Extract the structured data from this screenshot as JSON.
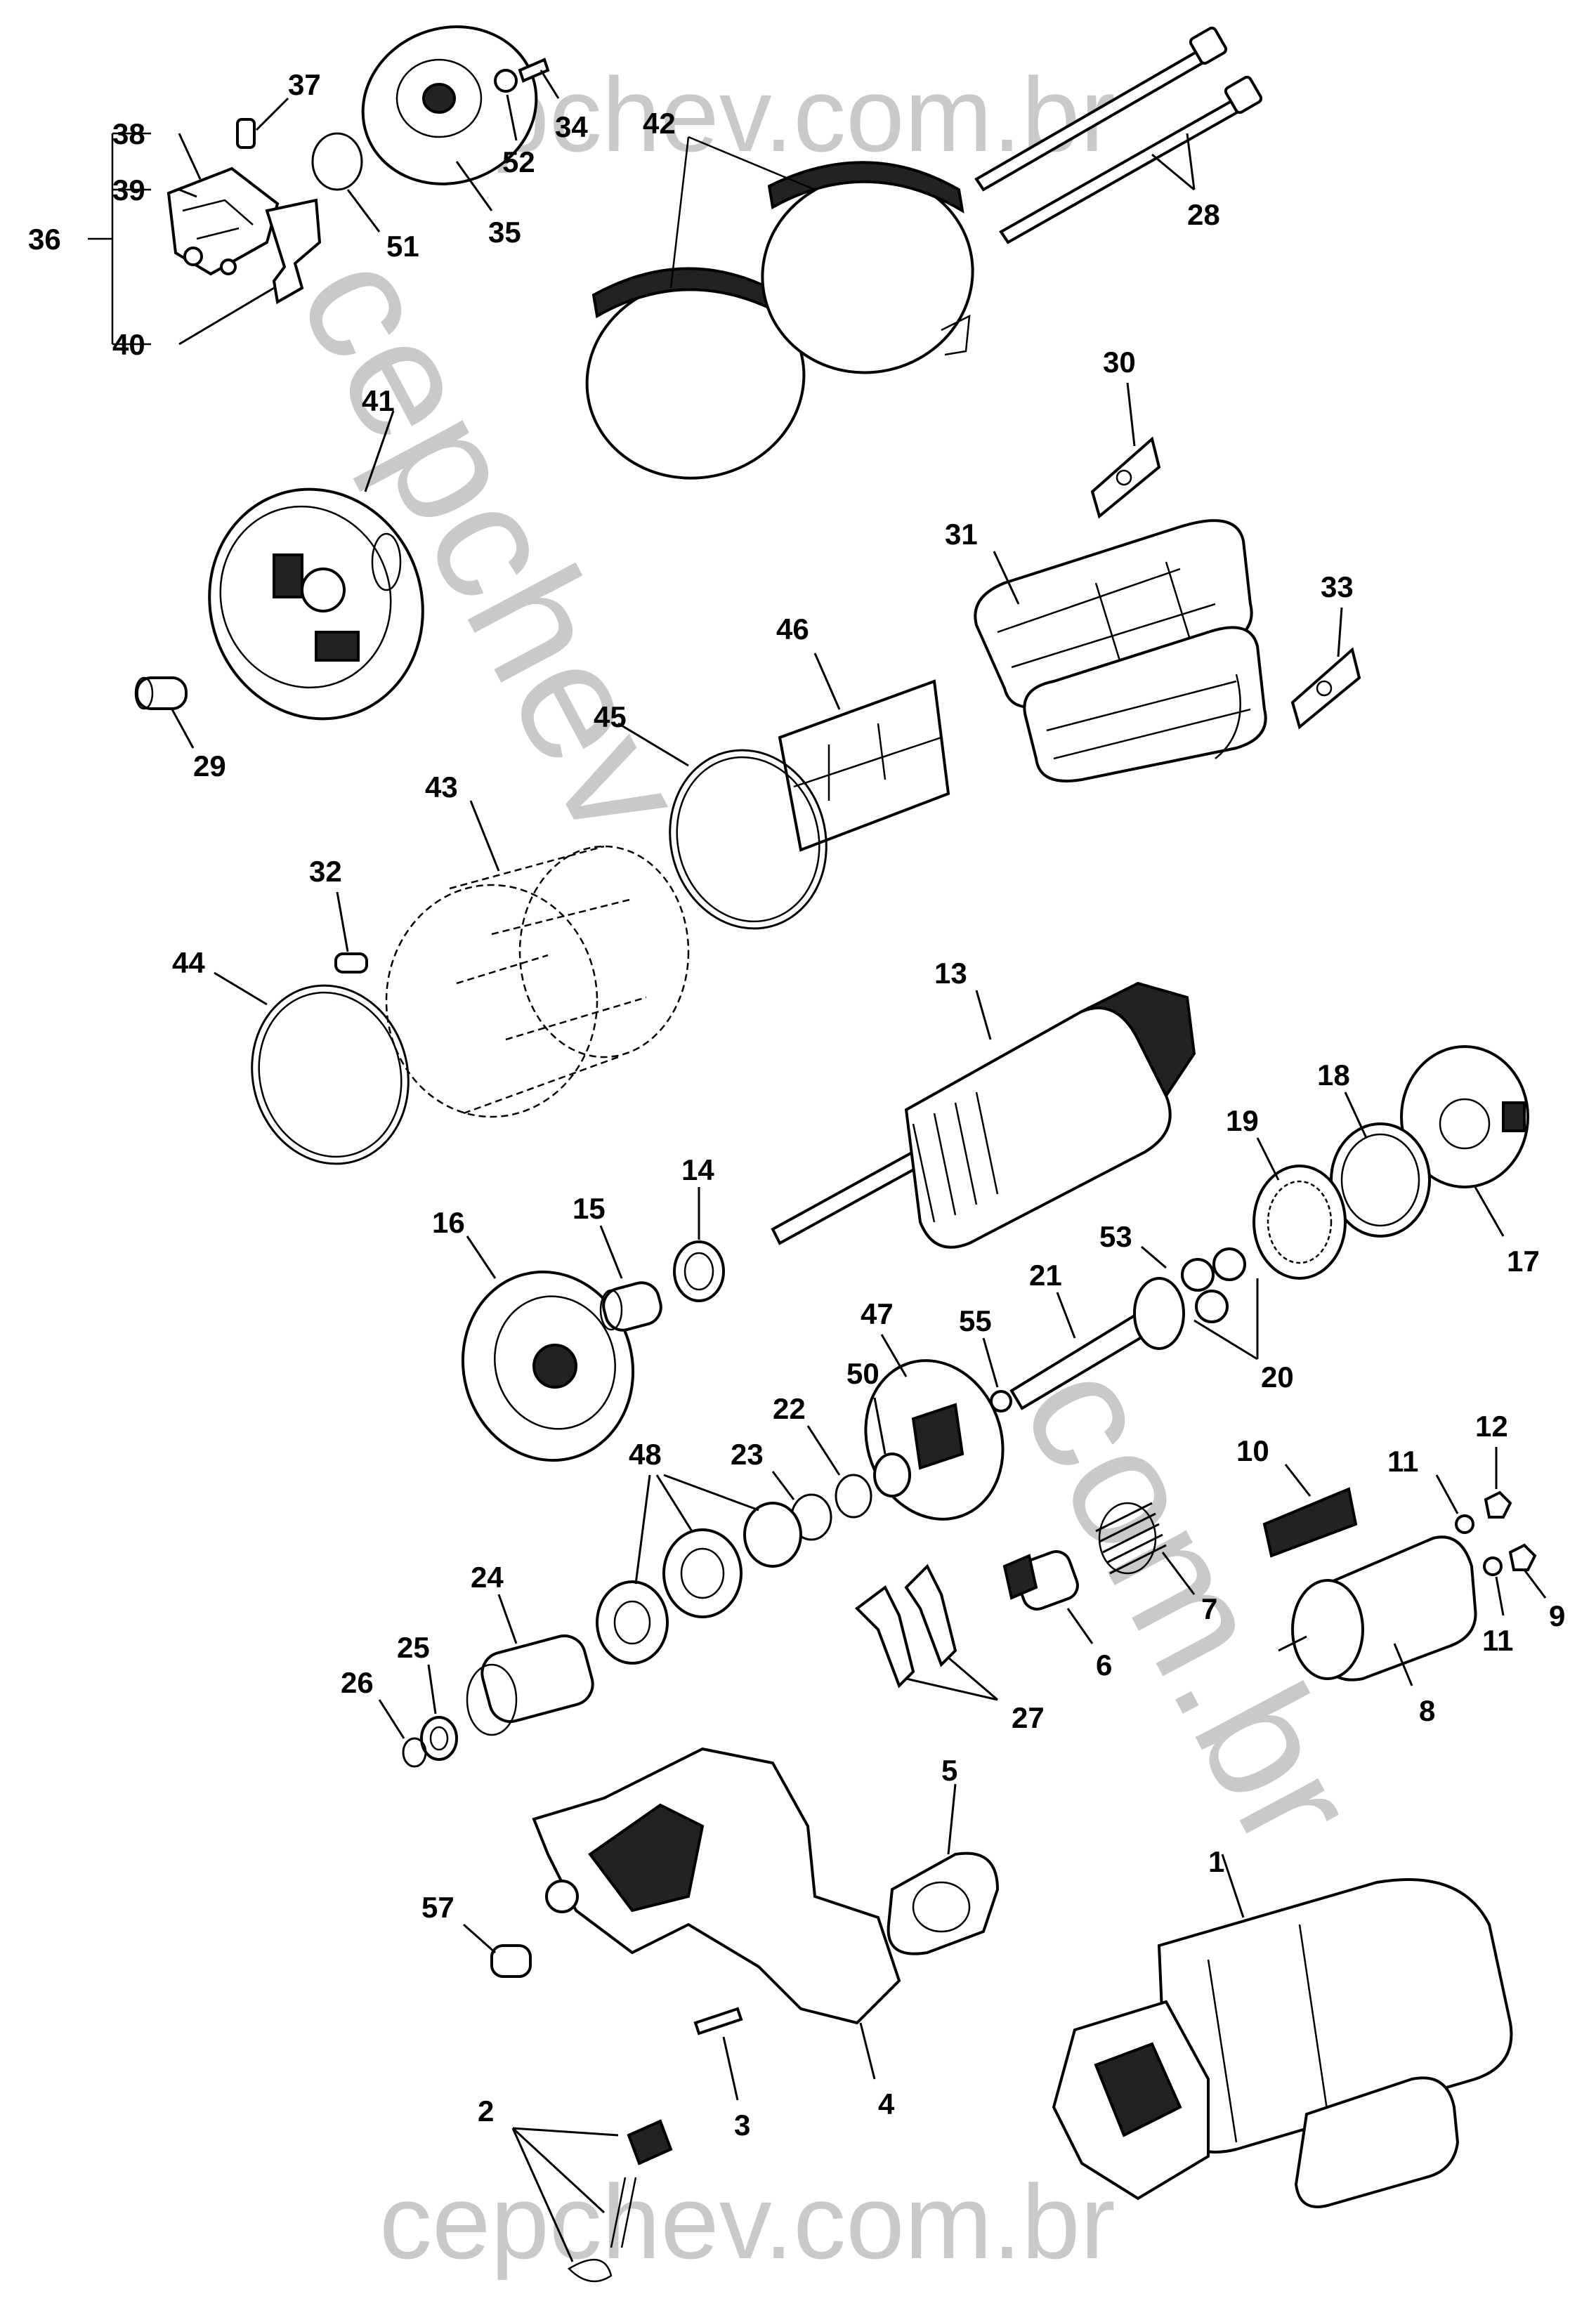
{
  "watermarks": {
    "top": "cepchev.com.br",
    "bottom": "cepchev.com.br",
    "left_vertical": "cepchev",
    "diagonal": "com.br"
  },
  "labels": {
    "n1": "1",
    "n2": "2",
    "n3": "3",
    "n4": "4",
    "n5": "5",
    "n6": "6",
    "n7": "7",
    "n8": "8",
    "n9": "9",
    "n10": "10",
    "n11a": "11",
    "n11b": "11",
    "n12": "12",
    "n13": "13",
    "n14": "14",
    "n15": "15",
    "n16": "16",
    "n17": "17",
    "n18": "18",
    "n19": "19",
    "n20": "20",
    "n21": "21",
    "n22": "22",
    "n23": "23",
    "n24": "24",
    "n25": "25",
    "n26": "26",
    "n27": "27",
    "n28": "28",
    "n29": "29",
    "n30": "30",
    "n31": "31",
    "n32": "32",
    "n33": "33",
    "n34": "34",
    "n35": "35",
    "n36": "36",
    "n37": "37",
    "n38": "38",
    "n39": "39",
    "n40": "40",
    "n41": "41",
    "n42": "42",
    "n43": "43",
    "n44": "44",
    "n45": "45",
    "n46": "46",
    "n47": "47",
    "n48": "48",
    "n50": "50",
    "n51": "51",
    "n52": "52",
    "n53": "53",
    "n55": "55",
    "n57": "57"
  }
}
